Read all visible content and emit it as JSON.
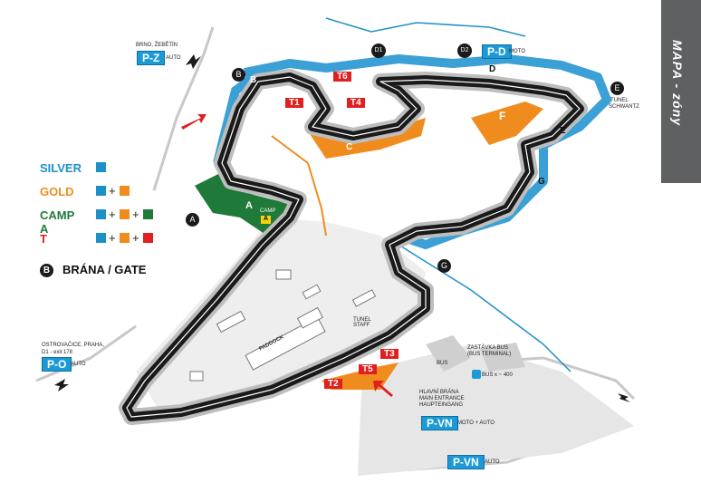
{
  "side_tab": "MAPA - zóny",
  "legend": [
    {
      "name": "SILVER",
      "color": "#1e90c8",
      "swatches": [
        "#1e90c8"
      ]
    },
    {
      "name": "GOLD",
      "color": "#f08c1e",
      "swatches": [
        "#1e90c8",
        "#f08c1e"
      ]
    },
    {
      "name": "CAMP A",
      "color": "#1f7a3a",
      "swatches": [
        "#1e90c8",
        "#f08c1e",
        "#1f7a3a"
      ]
    },
    {
      "name": "T",
      "color": "#e02020",
      "swatches": [
        "#1e90c8",
        "#f08c1e",
        "#e02020"
      ]
    }
  ],
  "gate_letter": "B",
  "gate_label": "BRÁNA / GATE",
  "directions": {
    "brno": "BRNO, ŽEBĚTÍN",
    "ostrovacice_1": "OSTROVAČICE, PRAHA,",
    "ostrovacice_2": "D1 - exit 178",
    "bus": "BUS"
  },
  "parking": {
    "pz": "P-Z",
    "pz_note": "AUTO",
    "pd": "P-D",
    "pd_note": "MOTO",
    "po": "P-O",
    "po_note": "AUTO",
    "pvn1": "P-VN",
    "pvn1_note": "MOTO + AUTO",
    "pvn2": "P-VN",
    "pvn2_note": "AUTO"
  },
  "bus_stop": {
    "line1": "ZASTÁVKA BUS",
    "line2": "(BUS TERMINAL)",
    "line3": "BUS x ~ 400"
  },
  "main_entrance": {
    "line1": "HLAVNÍ BRÁNA",
    "line2": "MAIN ENTRANCE",
    "line3": "HAUPTEINGANG"
  },
  "tunel_e": {
    "line1": "TUNEL",
    "line2": "SCHWANTZ"
  },
  "tunel_s": {
    "line1": "TUNEL",
    "line2": "STAFF"
  },
  "camp": "CAMP",
  "paddock": "PADDOCK",
  "zones": {
    "a": "A",
    "b": "B",
    "c": "C",
    "d": "D",
    "e": "E",
    "f": "F",
    "g": "G",
    "d1": "D1",
    "d2": "D2",
    "t1": "T1",
    "t2": "T2",
    "t3": "T3",
    "t4": "T4",
    "t5": "T5",
    "t6": "T6"
  },
  "gate_circles": {
    "a": "A",
    "b": "B",
    "e": "E",
    "g": "G",
    "camp_triangle": "A"
  }
}
